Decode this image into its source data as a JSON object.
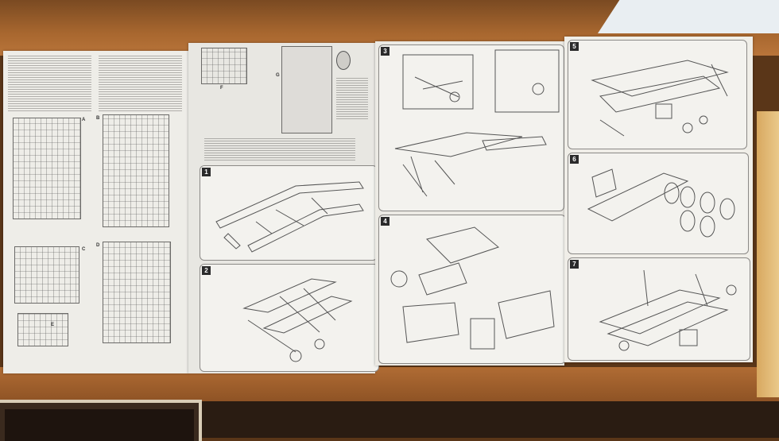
{
  "steps": [
    {
      "number": "1"
    },
    {
      "number": "2"
    },
    {
      "number": "3"
    },
    {
      "number": "4"
    },
    {
      "number": "5"
    },
    {
      "number": "6"
    },
    {
      "number": "7"
    }
  ],
  "sprue_labels": [
    "A",
    "B",
    "C",
    "D",
    "E",
    "F",
    "G"
  ]
}
